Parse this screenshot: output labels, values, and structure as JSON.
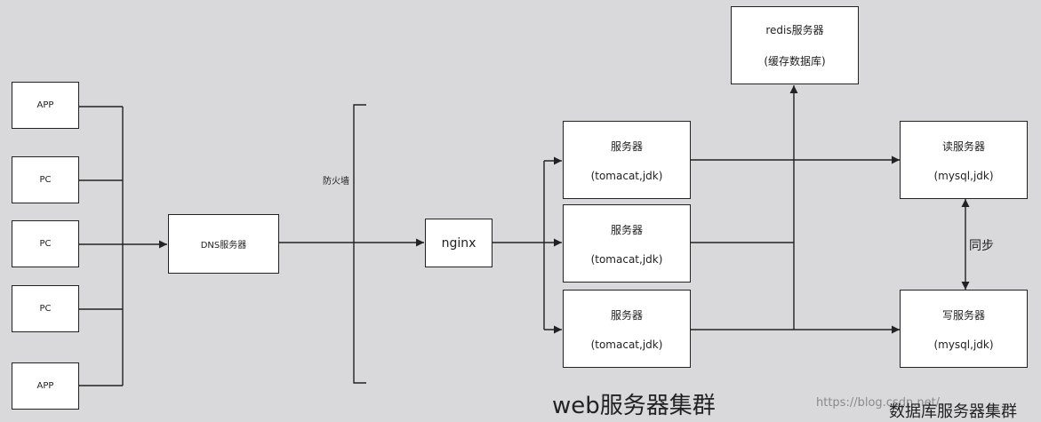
{
  "clients": [
    {
      "label": "APP"
    },
    {
      "label": "PC"
    },
    {
      "label": "PC"
    },
    {
      "label": "PC"
    },
    {
      "label": "APP"
    }
  ],
  "dns": {
    "label": "DNS服务器"
  },
  "firewall": {
    "label": "防火墙"
  },
  "nginx": {
    "label": "nginx"
  },
  "web_servers": [
    {
      "title": "服务器",
      "sub": "(tomacat,jdk)"
    },
    {
      "title": "服务器",
      "sub": "(tomacat,jdk)"
    },
    {
      "title": "服务器",
      "sub": "(tomacat,jdk)"
    }
  ],
  "redis": {
    "title": "redis服务器",
    "sub": "(缓存数据库)"
  },
  "db_read": {
    "title": "读服务器",
    "sub": "(mysql,jdk)"
  },
  "db_write": {
    "title": "写服务器",
    "sub": "(mysql,jdk)"
  },
  "sync_label": "同步",
  "web_cluster_label": "web服务器集群",
  "db_cluster_label": "数据库服务器集群",
  "watermark": "https://blog.csdn.net/..."
}
